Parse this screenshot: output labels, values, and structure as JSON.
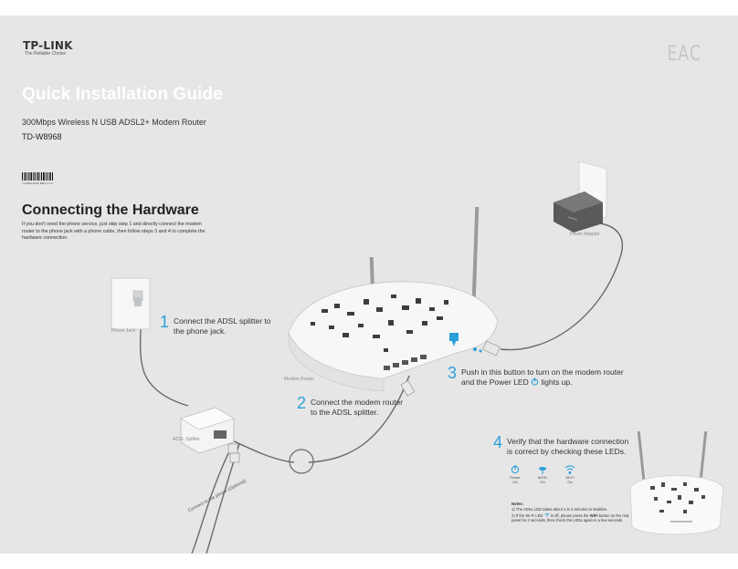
{
  "brand": {
    "name": "TP-LINK",
    "tagline": "The Reliable Choice"
  },
  "eac_mark": "EAC",
  "guide": {
    "title": "Quick Installation Guide",
    "subtitle": "300Mbps Wireless N USB ADSL2+ Modem Router",
    "model": "TD-W8968",
    "barcode_number": "7106504538 REV1.0.0"
  },
  "section": {
    "heading": "Connecting the Hardware",
    "intro": "If you don't need the phone service, just skip step 1 and directly connect the modem router to the phone jack with a phone cable, then follow steps 3 and 4 to complete the hardware connection."
  },
  "labels": {
    "phone_jack": "Phone Jack",
    "adsl_splitter": "ADSL Splitter",
    "modem_router": "Modem Router",
    "power_adapter": "Power Adapter",
    "connect_phone": "Connect to the phone (Optional)"
  },
  "steps": [
    {
      "num": "1",
      "line1": "Connect the ADSL splitter to",
      "line2": "the phone jack."
    },
    {
      "num": "2",
      "line1": "Connect the modem router",
      "line2": "to the ADSL splitter."
    },
    {
      "num": "3",
      "line1": "Push in this button to turn on the modem router",
      "line2a": "and the Power LED",
      "line2b": "lights up."
    },
    {
      "num": "4",
      "line1": "Verify that the hardware connection",
      "line2": "is correct by checking these LEDs."
    }
  ],
  "leds": [
    {
      "name": "Power",
      "state": "On",
      "icon": "power-icon"
    },
    {
      "name": "ADSL",
      "state": "On",
      "icon": "adsl-icon"
    },
    {
      "name": "Wi-Fi",
      "state": "On",
      "icon": "wifi-icon"
    }
  ],
  "notes": {
    "title": "Notes:",
    "n1": "1) The ADSL LED takes about 1 to 2 minutes to stabilize.",
    "n2a": "2) If the Wi-Fi LED",
    "n2b": "is off, please press the",
    "n2c": "WiFi",
    "n2d": "button on the rear panel for 2 seconds, then check the LEDs again in a few seconds."
  },
  "colors": {
    "accent": "#2b9fd9",
    "background": "#e6e6e6",
    "cable": "#6a6a6a"
  }
}
